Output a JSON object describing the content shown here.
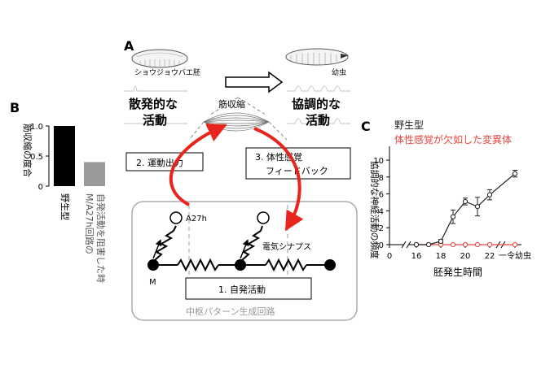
{
  "panel_a": {
    "label": "A",
    "embryo_label": "ショウジョウバエ胚",
    "larva_label": "幼虫",
    "left_text": [
      "散発的な",
      "活動"
    ],
    "right_text": [
      "協調的な",
      "活動"
    ],
    "muscle_label": "筋収縮",
    "motor_output_label": "2. 運動出力",
    "feedback_label": [
      "3. 体性感覚",
      "フィードバック"
    ],
    "a27h_label": "A27h",
    "m_label": "M",
    "synapse_label": "電気シナプス",
    "spontaneous_label": "1. 自発活動",
    "cpg_label": "中枢パターン生成回路"
  },
  "panel_b": {
    "label": "B",
    "chart_data": {
      "type": "bar",
      "ylabel": "筋収縮の度合",
      "ylim": [
        0,
        1.0
      ],
      "yticks": [
        "0",
        "0.5",
        "1.0"
      ],
      "categories": [
        "野生型",
        "M/A27h回路の自発活動を阻害した時"
      ],
      "category_lines": [
        [
          "野生型"
        ],
        [
          "M/A27h回路の",
          "自発活動を阻害した時"
        ]
      ],
      "values": [
        1.0,
        0.4
      ],
      "colors": [
        "#000000",
        "#999999"
      ]
    }
  },
  "panel_c": {
    "label": "C",
    "chart_data": {
      "type": "line",
      "xlabel": "胚発生時間",
      "ylabel": "協調的な神経活動の頻度",
      "ylim": [
        0,
        10
      ],
      "yticks": [
        "0",
        "2",
        "4",
        "6",
        "8",
        "10"
      ],
      "xtick_labels": [
        "0",
        "16",
        "18",
        "20",
        "22",
        "一令幼虫"
      ],
      "series": [
        {
          "name": "野生型",
          "color": "#222222",
          "x": [
            "16",
            "17",
            "18",
            "19",
            "20",
            "21",
            "22",
            "一令幼虫"
          ],
          "y": [
            0,
            0,
            0.4,
            3.3,
            5.1,
            4.5,
            5.9,
            8.4
          ],
          "err": [
            0,
            0,
            0.2,
            0.8,
            0.4,
            1.1,
            0.6,
            0.4
          ]
        },
        {
          "name": "体性感覚が欠如した変異体",
          "color": "#e8453c",
          "x": [
            "16",
            "17",
            "18",
            "19",
            "20",
            "21",
            "22",
            "一令幼虫"
          ],
          "y": [
            0,
            0,
            0,
            0,
            0,
            0,
            0,
            0
          ]
        }
      ]
    }
  }
}
